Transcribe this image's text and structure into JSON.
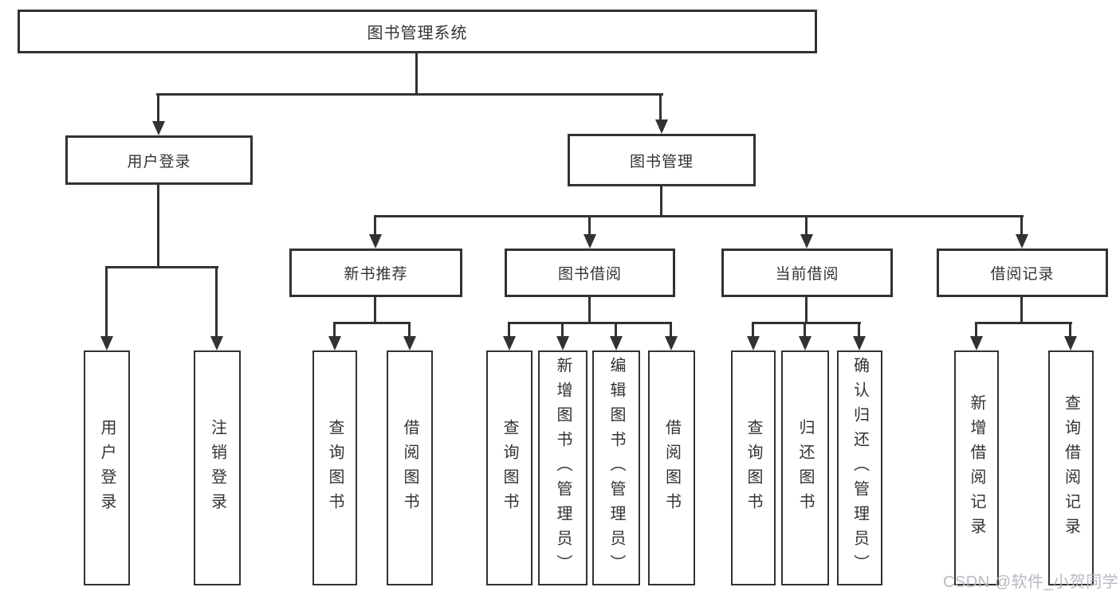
{
  "tree": {
    "root": {
      "label": "图书管理系统",
      "children": [
        {
          "label": "用户登录",
          "children": [
            {
              "label": "用户登录"
            },
            {
              "label": "注销登录"
            }
          ]
        },
        {
          "label": "图书管理",
          "children": [
            {
              "label": "新书推荐",
              "children": [
                {
                  "label": "查询图书"
                },
                {
                  "label": "借阅图书"
                }
              ]
            },
            {
              "label": "图书借阅",
              "children": [
                {
                  "label": "查询图书"
                },
                {
                  "label": "新增图书（管理员）"
                },
                {
                  "label": "编辑图书（管理员）"
                },
                {
                  "label": "借阅图书"
                }
              ]
            },
            {
              "label": "当前借阅",
              "children": [
                {
                  "label": "查询图书"
                },
                {
                  "label": "归还图书"
                },
                {
                  "label": "确认归还（管理员）"
                }
              ]
            },
            {
              "label": "借阅记录",
              "children": [
                {
                  "label": "新增借阅记录"
                },
                {
                  "label": "查询借阅记录"
                }
              ]
            }
          ]
        }
      ]
    },
    "watermark": "CSDN @软件_小贺同学",
    "colors": {
      "line": "#323232",
      "box_background": "#ffffff",
      "watermark": "#b9bcc2"
    }
  }
}
